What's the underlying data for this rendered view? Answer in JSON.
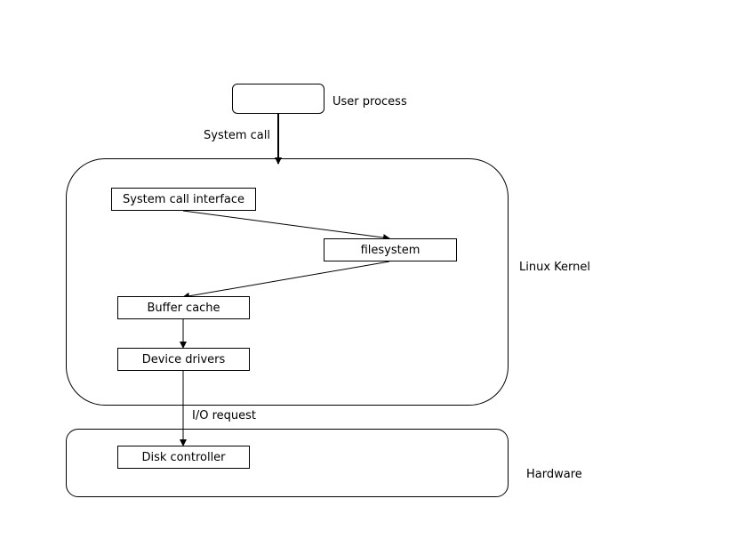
{
  "user_process": {
    "box_text": "",
    "label": "User process"
  },
  "edges": {
    "system_call": "System call",
    "io_request": "I/O request"
  },
  "kernel": {
    "label": "Linux Kernel",
    "nodes": {
      "system_call_interface": "System call interface",
      "filesystem": "filesystem",
      "buffer_cache": "Buffer cache",
      "device_drivers": "Device drivers"
    }
  },
  "hardware": {
    "label": "Hardware",
    "nodes": {
      "disk_controller": "Disk controller"
    }
  },
  "colors": {
    "stroke": "#000000",
    "background": "#ffffff"
  }
}
